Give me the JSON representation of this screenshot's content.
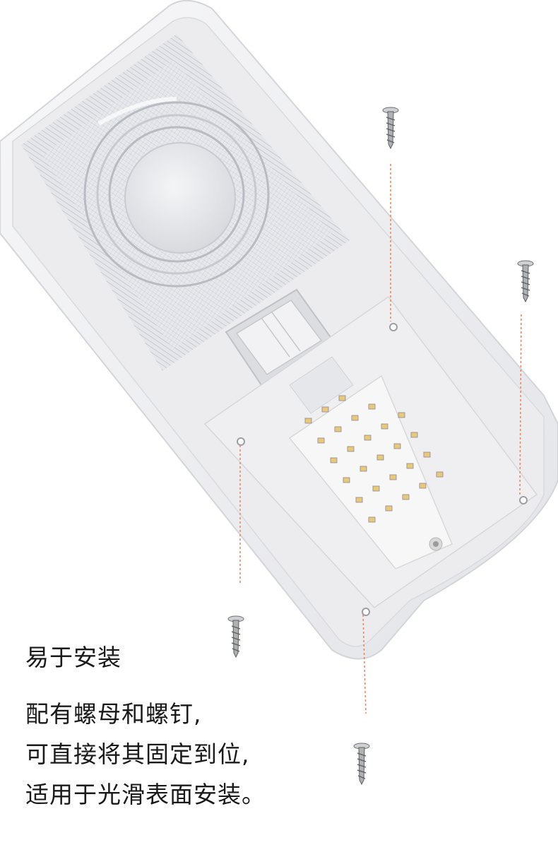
{
  "caption": {
    "title": "易于安装",
    "lines": [
      "配有螺母和螺钉,",
      "可直接将其固定到位,",
      "适用于光滑表面安装。"
    ]
  },
  "colors": {
    "guide_line": "#e8845a",
    "housing": "#f1f1f3",
    "led_board": "#f7f7f7",
    "led": "#e9c77e",
    "text": "#1a1a1a"
  }
}
